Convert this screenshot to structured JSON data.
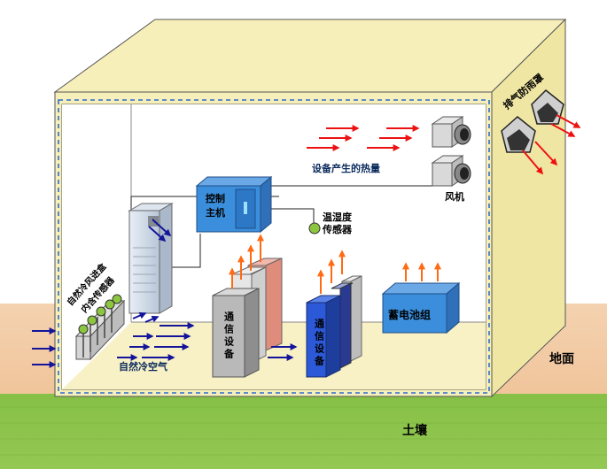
{
  "labels": {
    "ground_surface": "地面",
    "soil": "土壤",
    "exhaust_rain_hood": "排气防雨罩",
    "equipment_heat": "设备产生的热量",
    "fan": "风机",
    "controller_line1": "控制",
    "controller_line2": "主机",
    "temp_humidity_line1": "温湿度",
    "temp_humidity_line2": "传感器",
    "intake_box_line1": "自然冷风进盒",
    "intake_box_line2": "内含传感器",
    "natural_cold_air": "自然冷空气",
    "telecom_equipment_1": "通信设备",
    "telecom_equipment_2": "通信设备",
    "battery_pack": "蓄电池组"
  },
  "colors": {
    "wall_face": "#f5ebb0",
    "soil_green": "#8ac24a",
    "ground_tan": "#f2c9a0",
    "heat_arrow": "#ee1111",
    "cold_arrow": "#14149a",
    "up_arrow": "#ff6a13",
    "controller_box": "#3b8edb",
    "battery_box": "#3b8edb",
    "telecom_blue": "#2b59d8",
    "telecom_gray": "#b9b9b9"
  }
}
